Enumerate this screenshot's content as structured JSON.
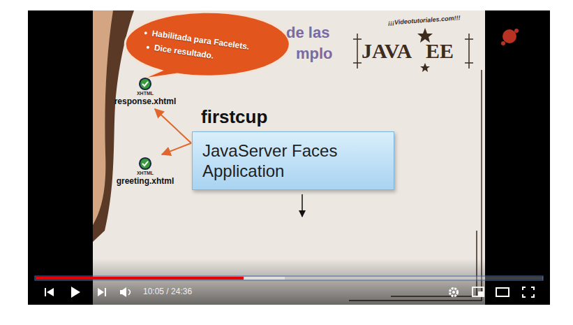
{
  "diagram": {
    "nodes": [
      {
        "text": [
          "Habilitada para Facelets.",
          "Dice resultado."
        ]
      },
      {
        "text": [
          "XHTML",
          "response.xhtml"
        ]
      },
      {
        "text": [
          "firstcup",
          "JavaServer Faces Application"
        ]
      },
      {
        "text": [
          "XHTML",
          "greeting.xhtml"
        ]
      }
    ],
    "edges": [
      {
        "from": 2,
        "to": 1,
        "arrow": "to"
      },
      {
        "from": 2,
        "to": 3,
        "arrow": "to"
      }
    ],
    "labels": [
      "de las",
      "mplo",
      "¡¡¡Videotutoriales.com!!!",
      "JAVA EE",
      "10:05 / 24:36"
    ]
  }
}
